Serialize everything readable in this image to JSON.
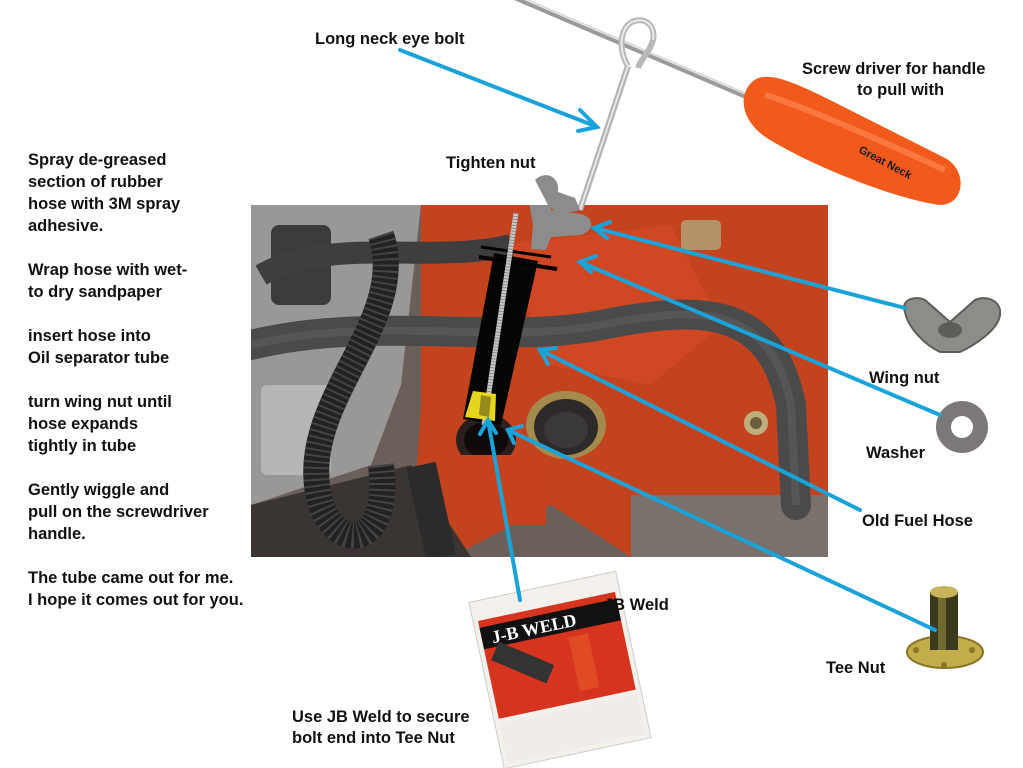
{
  "labels": {
    "eye_bolt": "Long neck eye bolt",
    "screwdriver_line1": "Screw driver for handle",
    "screwdriver_line2": "to pull with",
    "tighten_nut": "Tighten nut",
    "wing_nut": "Wing nut",
    "washer": "Washer",
    "old_fuel_hose": "Old Fuel Hose",
    "tee_nut": "Tee Nut",
    "jb_weld": "JB Weld",
    "jb_weld_note_line1": "Use JB Weld to secure",
    "jb_weld_note_line2": "bolt end into Tee Nut"
  },
  "instructions": [
    [
      "Spray de-greased",
      "section of rubber",
      "hose with 3M spray",
      "adhesive."
    ],
    [
      "Wrap hose with wet-",
      "to dry sandpaper"
    ],
    [
      "insert hose into",
      "Oil separator tube"
    ],
    [
      "turn wing nut until",
      "hose expands",
      "tightly in tube"
    ],
    [
      "Gently wiggle and",
      "pull on the screwdriver",
      "handle."
    ],
    [
      "The tube came out for me.",
      "I hope it comes out for you."
    ]
  ],
  "product_text": {
    "screwdriver_brand": "Great Neck",
    "jbweld_box": "J-B WELD",
    "jbweld_tube": "JB WELD"
  },
  "colors": {
    "arrow": "#1aa3d9",
    "engine_red": "#c8401e",
    "screwdriver_orange": "#f25a1c",
    "hose_black": "#1a1a1a",
    "tee_nut_brass": "#b59a2e"
  }
}
